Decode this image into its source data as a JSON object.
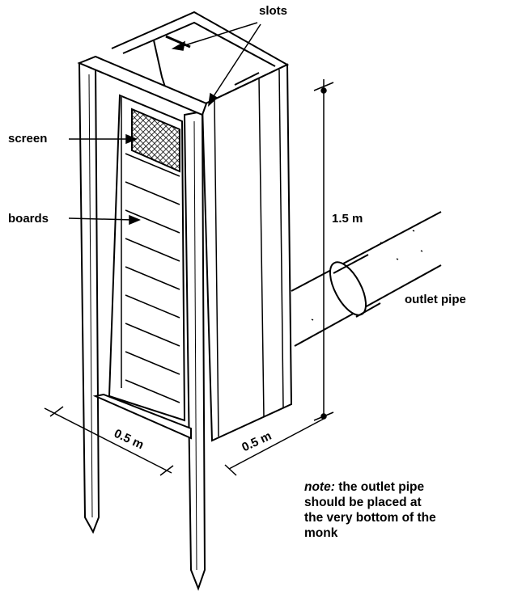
{
  "labels": {
    "slots": "slots",
    "screen": "screen",
    "boards": "boards",
    "height": "1.5 m",
    "outlet_pipe": "outlet pipe",
    "width_front": "0.5 m",
    "width_side": "0.5 m"
  },
  "note": {
    "prefix": "note:",
    "line1": " the outlet pipe",
    "line2": "should be placed at",
    "line3": "the very bottom of the",
    "line4": "monk"
  }
}
